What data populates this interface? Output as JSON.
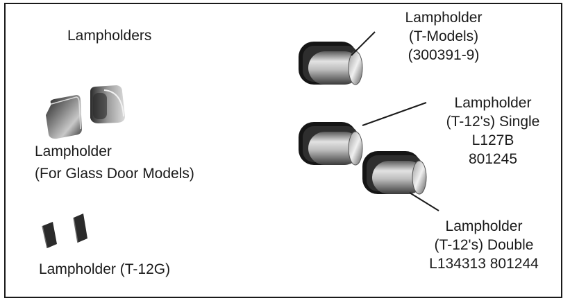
{
  "heading": "Lampholders",
  "labels": {
    "glass_door": [
      "Lampholder",
      "(For Glass Door Models)"
    ],
    "t12g": [
      "Lampholder (T-12G)"
    ],
    "t_models": [
      "Lampholder",
      "(T-Models)",
      "(300391-9)"
    ],
    "t12_single": [
      "Lampholder",
      "(T-12's) Single",
      "L127B",
      "801245"
    ],
    "t12_double": [
      "Lampholder",
      "(T-12's) Double",
      "L134313 801244"
    ]
  },
  "colors": {
    "ink": "#1a1a1a",
    "part_light": "#d8d8d8",
    "part_mid": "#8a8a8a",
    "part_dark": "#262626"
  }
}
